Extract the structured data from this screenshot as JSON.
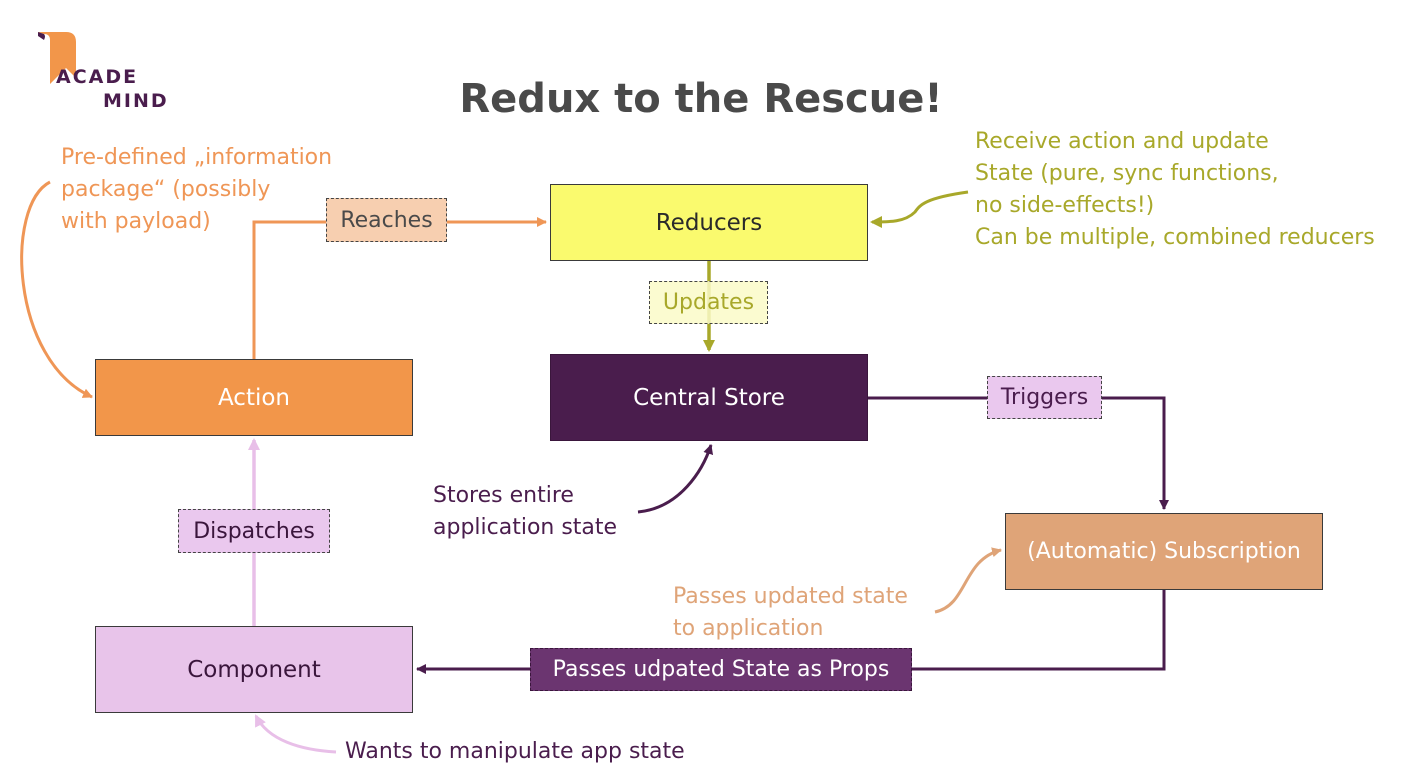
{
  "logo": {
    "line1": "ACADE",
    "line2": "MIND"
  },
  "title": "Redux to the Rescue!",
  "boxes": {
    "reducers": "Reducers",
    "store": "Central Store",
    "action": "Action",
    "subscription": "(Automatic) Subscription",
    "component": "Component"
  },
  "tags": {
    "reaches": "Reaches",
    "updates": "Updates",
    "triggers": "Triggers",
    "dispatches": "Dispatches",
    "props": "Passes udpated State as Props"
  },
  "notes": {
    "payload": [
      "Pre-defined „information",
      "package“ (possibly",
      "with payload)"
    ],
    "reducer": [
      "Receive action and update",
      "State (pure, sync functions,",
      "no side-effects!)",
      "Can be multiple, combined reducers"
    ],
    "store": [
      "Stores entire",
      "application state"
    ],
    "passes": [
      "Passes updated state",
      "to application"
    ],
    "wants": [
      "Wants to manipulate app state"
    ]
  },
  "colors": {
    "orange": "#f2964a",
    "yellow": "#fafa6e",
    "olive": "#a8a82a",
    "purple": "#4a1d4d",
    "light_purple": "#e8c4ea",
    "tan": "#dfa478"
  }
}
